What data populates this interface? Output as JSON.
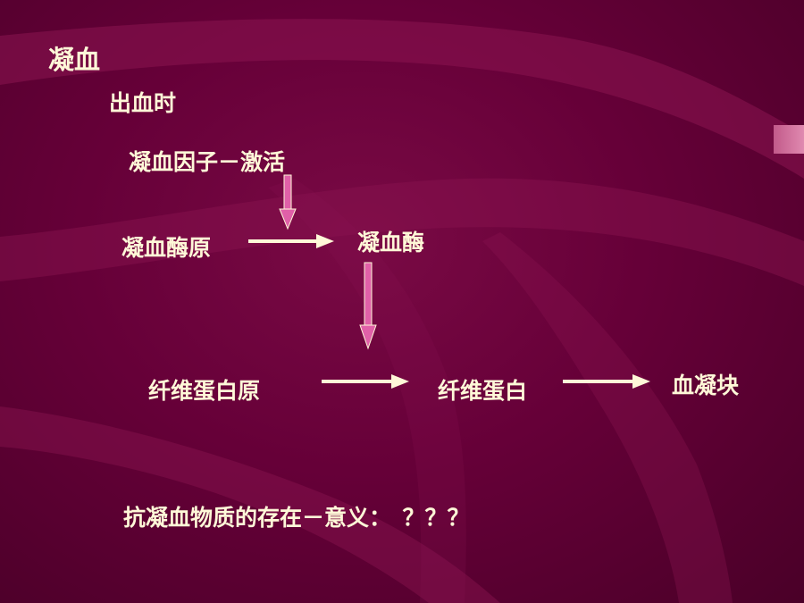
{
  "slide": {
    "title": "凝血",
    "subtitle": "出血时",
    "factor_activation": "凝血因子－激活",
    "proenzyme": "凝血酶原",
    "enzyme": "凝血酶",
    "fibrinogen": "纤维蛋白原",
    "fibrin": "纤维蛋白",
    "clot": "血凝块",
    "question": "抗凝血物质的存在－意义：　？？？"
  },
  "colors": {
    "background": "#660038",
    "text": "#fff8d8",
    "arrow_down": "#e060a8",
    "arrow_right": "#fff8d8"
  }
}
